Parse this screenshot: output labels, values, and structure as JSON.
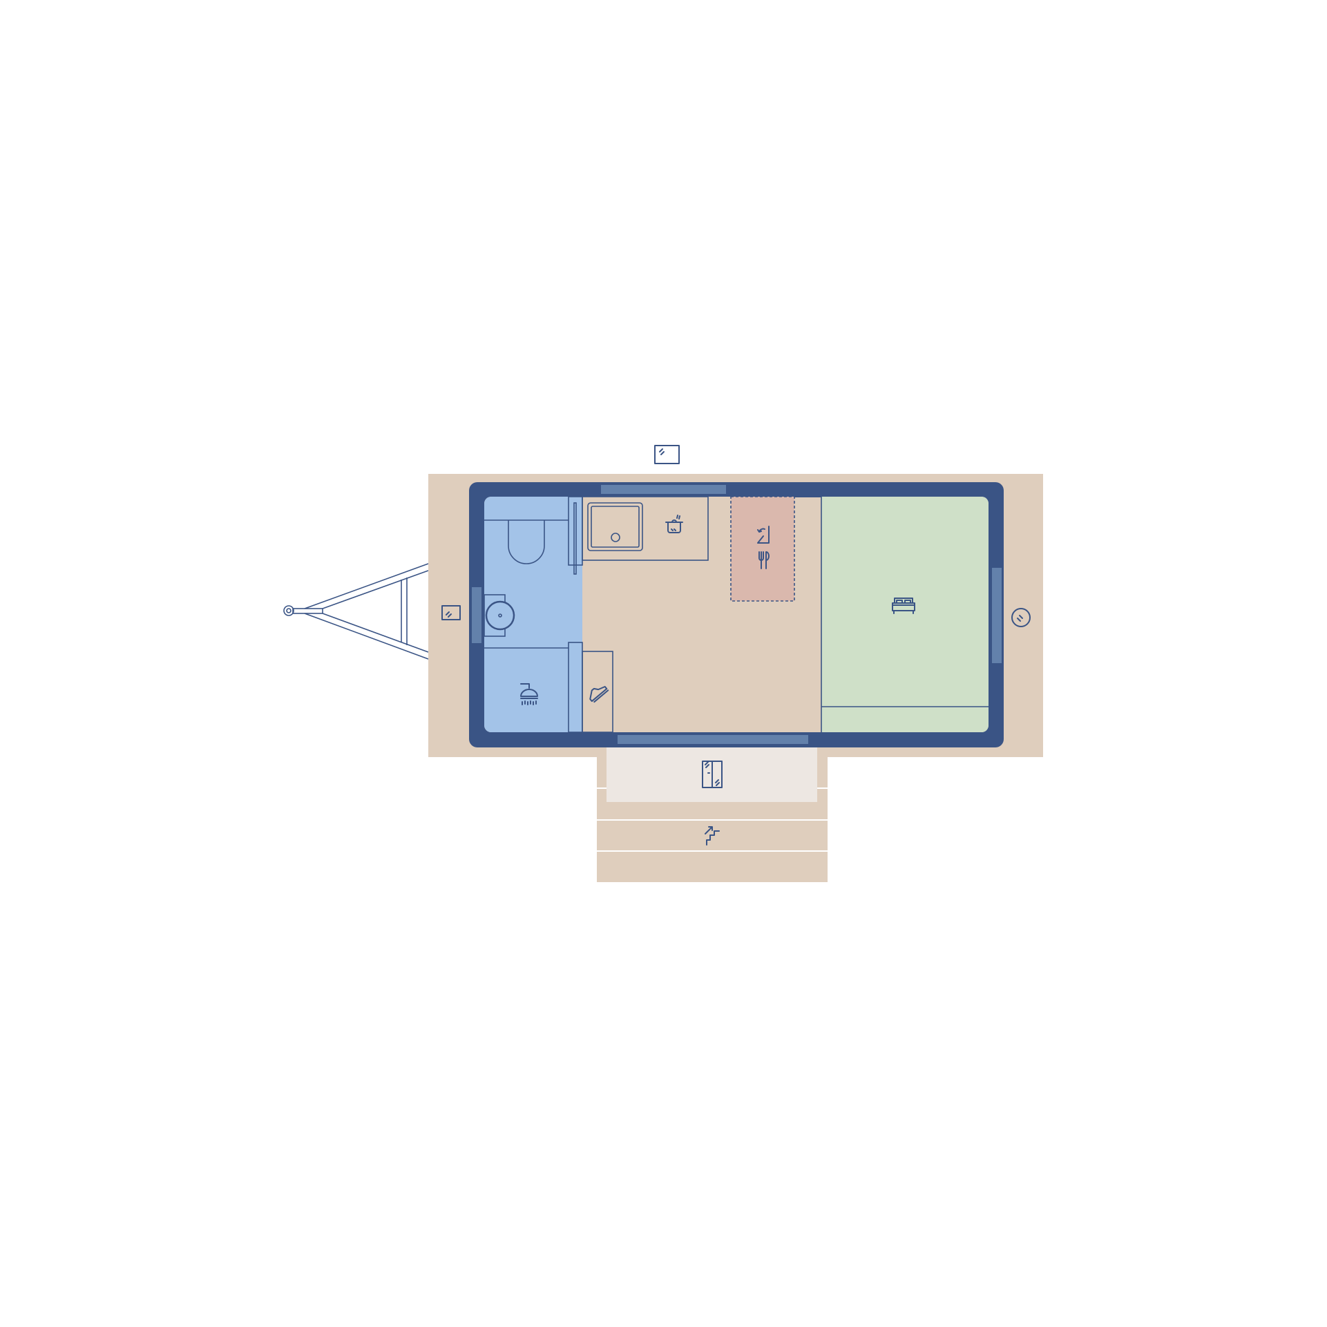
{
  "plan": {
    "colors": {
      "deck": "#dfcebd",
      "wall": "#3a5485",
      "window": "#6381ab",
      "bathroom": "#a3c3e8",
      "kitchen": "#dab8ad",
      "bedroom": "#cfe0c8",
      "porch_light": "#ede7e2",
      "line": "#3a5485"
    },
    "rooms": [
      "bathroom",
      "kitchen",
      "dining",
      "living",
      "bedroom",
      "closet",
      "porch"
    ],
    "icons": [
      "window-icon",
      "toilet-icon",
      "sink-icon",
      "shower-icon",
      "kitchen-sink-icon",
      "cooking-pot-icon",
      "fold-table-icon",
      "cutlery-icon",
      "bed-icon",
      "shoe-icon",
      "sliding-door-icon",
      "stairs-icon",
      "round-window-icon",
      "trailer-hitch-icon"
    ]
  }
}
